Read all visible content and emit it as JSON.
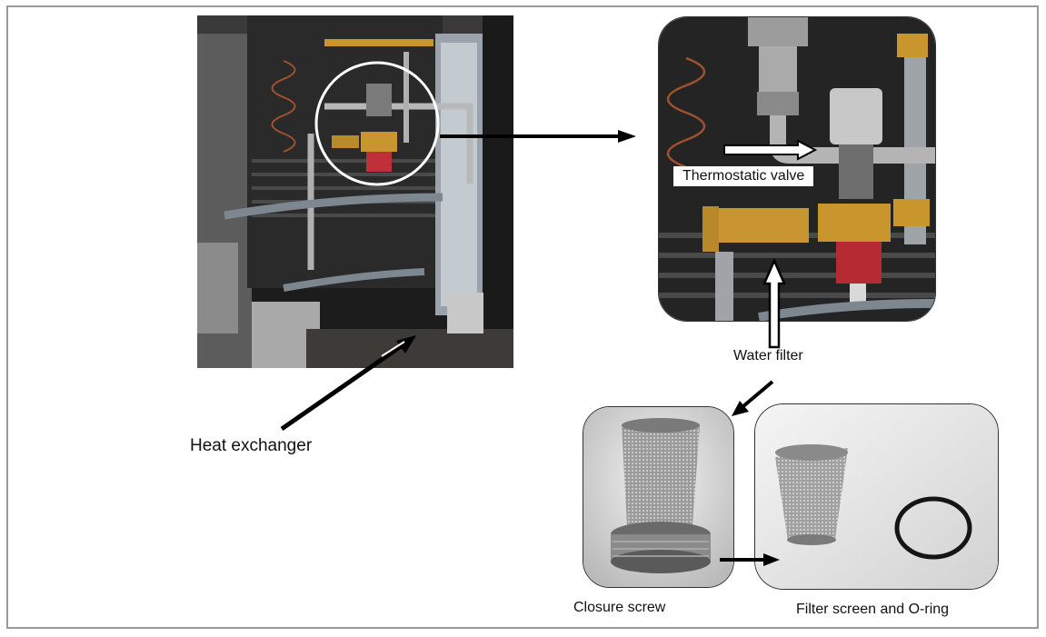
{
  "labels": {
    "heat_exchanger": "Heat exchanger",
    "thermostatic_valve": "Thermostatic valve",
    "water_filter": "Water filter",
    "closure_screw": "Closure screw",
    "filter_screen_and_oring": "Filter screen and O-ring"
  },
  "colors": {
    "frame": "#9a9a9a",
    "arrow": "#000000",
    "brass": "#c9962e",
    "dark_panel": "#2b2b2b"
  }
}
